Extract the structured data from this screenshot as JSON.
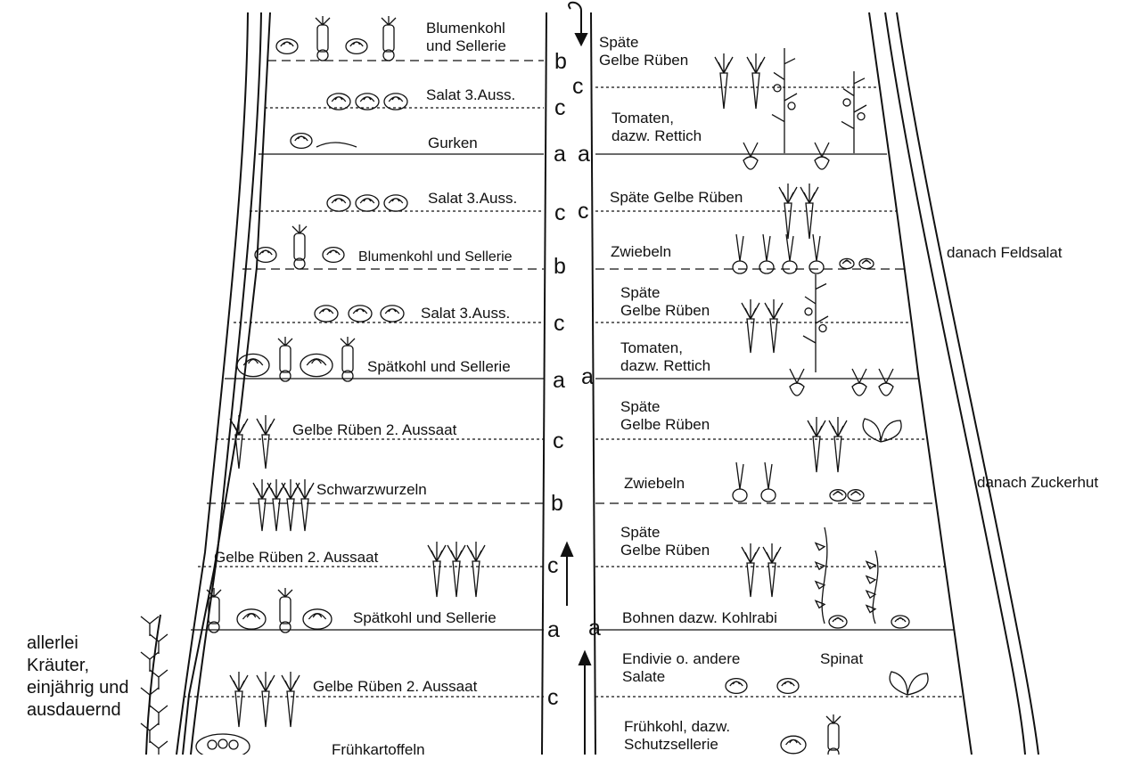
{
  "left_beds": [
    {
      "label": "Blumenkohl\nund Sellerie",
      "code": "b"
    },
    {
      "label": "Salat 3.Auss.",
      "code": "c"
    },
    {
      "label": "Gurken",
      "code": "a"
    },
    {
      "label": "Salat 3.Auss.",
      "code": "c"
    },
    {
      "label": "Blumenkohl und Sellerie",
      "code": "b"
    },
    {
      "label": "Salat 3.Auss.",
      "code": "c"
    },
    {
      "label": "Spätkohl und Sellerie",
      "code": "a"
    },
    {
      "label": "Gelbe Rüben 2. Aussaat",
      "code": "c"
    },
    {
      "label": "Schwarzwurzeln",
      "code": "b"
    },
    {
      "label": "Gelbe Rüben 2. Aussaat",
      "code": "c"
    },
    {
      "label": "Spätkohl und Sellerie",
      "code": "a"
    },
    {
      "label": "Gelbe Rüben 2. Aussaat",
      "code": "c"
    },
    {
      "label": "Frühkartoffeln",
      "code": ""
    }
  ],
  "right_beds": [
    {
      "label": "Späte\nGelbe Rüben",
      "code": "c"
    },
    {
      "label": "Tomaten,\ndazw. Rettich",
      "code": "a"
    },
    {
      "label": "Späte Gelbe Rüben",
      "code": "c"
    },
    {
      "label": "Zwiebeln",
      "code": ""
    },
    {
      "label": "Späte\nGelbe Rüben",
      "code": ""
    },
    {
      "label": "Tomaten,\ndazw. Rettich",
      "code": "a"
    },
    {
      "label": "Späte\nGelbe Rüben",
      "code": ""
    },
    {
      "label": "Zwiebeln",
      "code": ""
    },
    {
      "label": "Späte\nGelbe Rüben",
      "code": ""
    },
    {
      "label": "Bohnen dazw. Kohlrabi",
      "code": "a"
    },
    {
      "label": "Endivie o. andere\nSalate",
      "code": ""
    },
    {
      "label": "Spinat",
      "code": ""
    },
    {
      "label": "Frühkohl, dazw.\nSchutzsellerie",
      "code": ""
    }
  ],
  "annotations": {
    "feldsalat": "danach Feldsalat",
    "zuckerhut": "danach Zuckerhut",
    "herbs": "allerlei Kräuter, einjährig und ausdauernd"
  }
}
